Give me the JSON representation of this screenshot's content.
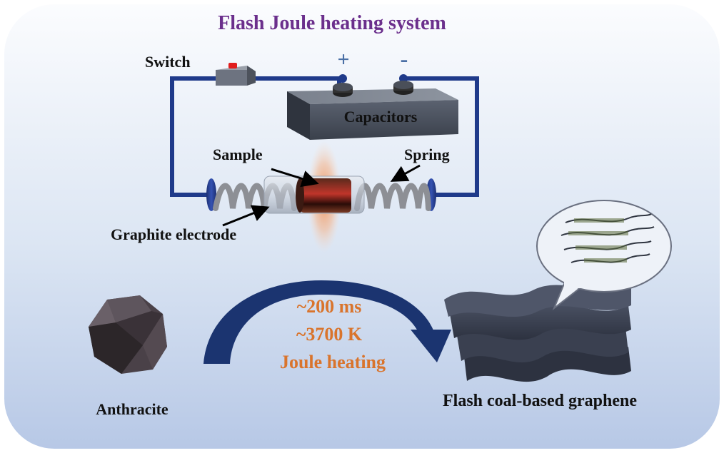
{
  "title": "Flash Joule heating system",
  "circuit": {
    "switch_label": "Switch",
    "positive_label": "+",
    "negative_label": "-",
    "capacitors_label": "Capacitors",
    "sample_label": "Sample",
    "spring_label": "Spring",
    "electrode_label": "Graphite electrode"
  },
  "process": {
    "time": "~200 ms",
    "temperature": "~3700 K",
    "method": "Joule heating"
  },
  "feedstock_label": "Anthracite",
  "product_label": "Flash coal-based graphene",
  "colors": {
    "title": "#6b2f8c",
    "wire": "#1f3a8a",
    "arrow": "#1b3470",
    "process_text": "#d9742c",
    "terminal_sign": "#4a6fa5"
  }
}
